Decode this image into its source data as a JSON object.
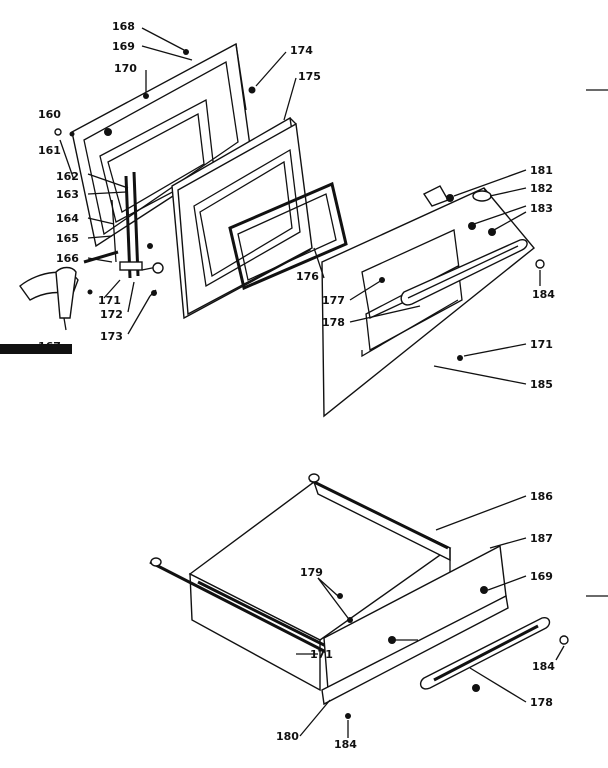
{
  "diagram": {
    "labels": [
      {
        "id": "l168",
        "text": "168"
      },
      {
        "id": "l169a",
        "text": "169"
      },
      {
        "id": "l170",
        "text": "170"
      },
      {
        "id": "l174",
        "text": "174"
      },
      {
        "id": "l175",
        "text": "175"
      },
      {
        "id": "l160",
        "text": "160"
      },
      {
        "id": "l161",
        "text": "161"
      },
      {
        "id": "l162",
        "text": "162"
      },
      {
        "id": "l163",
        "text": "163"
      },
      {
        "id": "l164",
        "text": "164"
      },
      {
        "id": "l165",
        "text": "165"
      },
      {
        "id": "l166",
        "text": "166"
      },
      {
        "id": "l167",
        "text": "167"
      },
      {
        "id": "l171a",
        "text": "171"
      },
      {
        "id": "l172",
        "text": "172"
      },
      {
        "id": "l173",
        "text": "173"
      },
      {
        "id": "l176",
        "text": "176"
      },
      {
        "id": "l177",
        "text": "177"
      },
      {
        "id": "l178a",
        "text": "178"
      },
      {
        "id": "l181",
        "text": "181"
      },
      {
        "id": "l182",
        "text": "182"
      },
      {
        "id": "l183",
        "text": "183"
      },
      {
        "id": "l184a",
        "text": "184"
      },
      {
        "id": "l171b",
        "text": "171"
      },
      {
        "id": "l185",
        "text": "185"
      },
      {
        "id": "l186",
        "text": "186"
      },
      {
        "id": "l187",
        "text": "187"
      },
      {
        "id": "l169b",
        "text": "169"
      },
      {
        "id": "l179",
        "text": "179"
      },
      {
        "id": "l171c",
        "text": "171"
      },
      {
        "id": "l184b",
        "text": "184"
      },
      {
        "id": "l178b",
        "text": "178"
      },
      {
        "id": "l180",
        "text": "180"
      },
      {
        "id": "l184c",
        "text": "184"
      }
    ]
  }
}
